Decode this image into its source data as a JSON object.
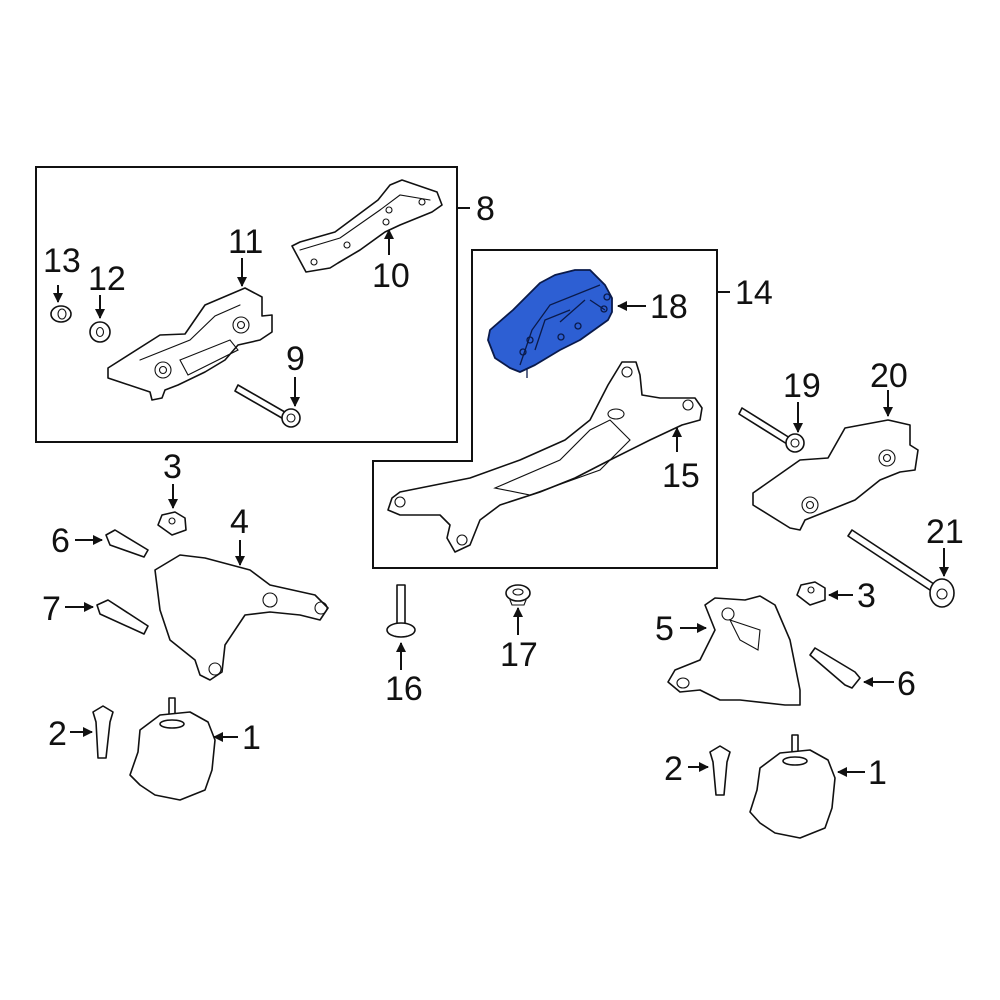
{
  "diagram": {
    "type": "exploded-parts-diagram",
    "highlight_color": "#2d5fd3",
    "highlighted_part": "18",
    "groups": [
      {
        "callout": "8",
        "contains": [
          "9",
          "10",
          "11",
          "12",
          "13"
        ]
      },
      {
        "callout": "14",
        "contains": [
          "15",
          "18"
        ]
      }
    ],
    "callouts": [
      {
        "id": "c1a",
        "label": "1"
      },
      {
        "id": "c1b",
        "label": "1"
      },
      {
        "id": "c2a",
        "label": "2"
      },
      {
        "id": "c2b",
        "label": "2"
      },
      {
        "id": "c3a",
        "label": "3"
      },
      {
        "id": "c3b",
        "label": "3"
      },
      {
        "id": "c4",
        "label": "4"
      },
      {
        "id": "c5",
        "label": "5"
      },
      {
        "id": "c6a",
        "label": "6"
      },
      {
        "id": "c6b",
        "label": "6"
      },
      {
        "id": "c7",
        "label": "7"
      },
      {
        "id": "c8",
        "label": "8"
      },
      {
        "id": "c9",
        "label": "9"
      },
      {
        "id": "c10",
        "label": "10"
      },
      {
        "id": "c11",
        "label": "11"
      },
      {
        "id": "c12",
        "label": "12"
      },
      {
        "id": "c13",
        "label": "13"
      },
      {
        "id": "c14",
        "label": "14"
      },
      {
        "id": "c15",
        "label": "15"
      },
      {
        "id": "c16",
        "label": "16"
      },
      {
        "id": "c17",
        "label": "17"
      },
      {
        "id": "c18",
        "label": "18"
      },
      {
        "id": "c19",
        "label": "19"
      },
      {
        "id": "c20",
        "label": "20"
      },
      {
        "id": "c21",
        "label": "21"
      }
    ]
  }
}
